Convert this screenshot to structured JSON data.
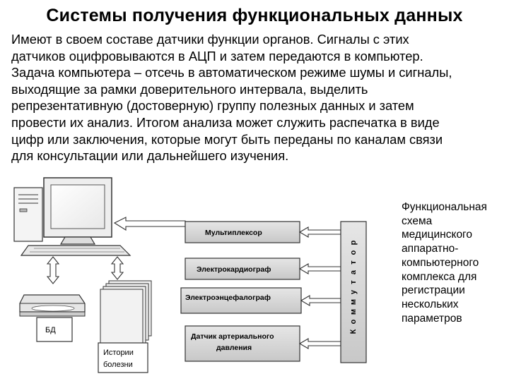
{
  "title": "Системы получения функциональных данных",
  "paragraph_lines": [
    "     Имеют в своем составе датчики функции органов. Сигналы с этих",
    "датчиков оцифровываются в АЦП и затем передаются в компьютер.",
    "Задача компьютера – отсечь в автоматическом режиме шумы и сигналы,",
    "выходящие за рамки доверительного интервала, выделить",
    "репрезентативную (достоверную) группу полезных данных и затем",
    "провести их анализ. Итогом анализа может служить распечатка в виде",
    "цифр или заключения, которые могут быть переданы по каналам связи",
    "для консультации или дальнейшего изучения."
  ],
  "caption_lines": [
    "Функциональная",
    "схема",
    "медицинского",
    "аппаратно-",
    "компьютерного",
    "комплекса для",
    "регистрации",
    "нескольких",
    "параметров"
  ],
  "diagram": {
    "multiplexer": "Мультиплексор",
    "ecg": "Электрокардиограф",
    "eeg": "Электроэнцефалограф",
    "bp_line1": "Датчик артериального",
    "bp_line2": "давления",
    "commutator_letters": [
      "К",
      "о",
      "м",
      "м",
      "у",
      "т",
      "а",
      "т",
      "о",
      "р"
    ],
    "db": "БД",
    "records_line1": "Истории",
    "records_line2": "болезни"
  },
  "colors": {
    "box_fill": "#d9d9d9",
    "line": "#333333",
    "arrow_fill": "#ffffff"
  }
}
